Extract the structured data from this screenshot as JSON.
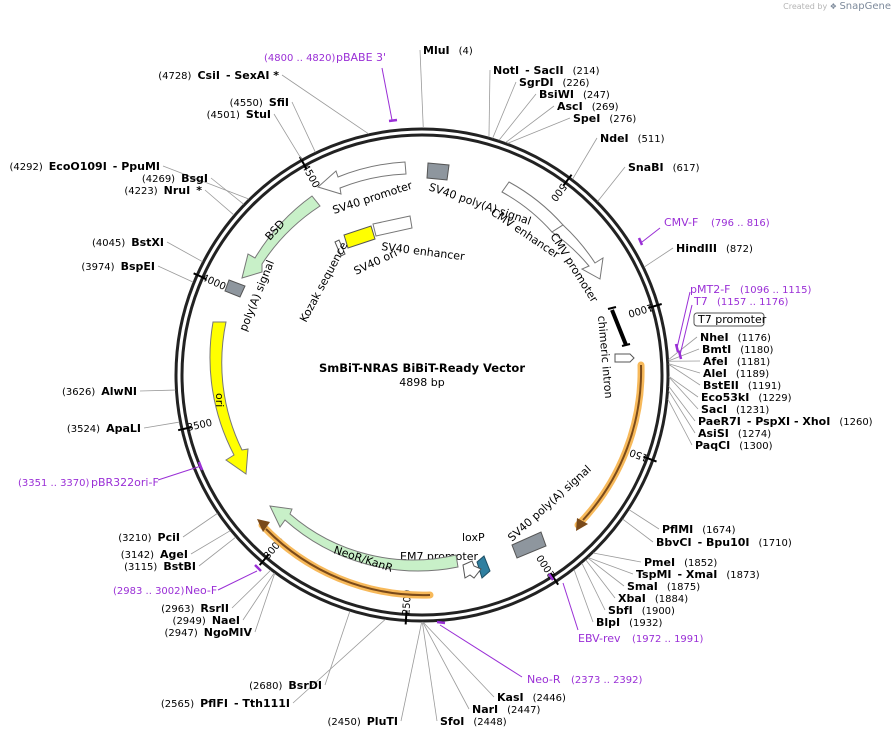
{
  "credit": {
    "prefix": "Created by",
    "brand": "SnapGene"
  },
  "map": {
    "title": "SmBiT-NRAS BiBiT-Ready Vector",
    "size_label": "4898 bp",
    "total_bp": 4898
  },
  "ticks": [
    {
      "bp": 500,
      "label": "500"
    },
    {
      "bp": 1000,
      "label": "1000"
    },
    {
      "bp": 1500,
      "label": "1500"
    },
    {
      "bp": 2000,
      "label": "2000"
    },
    {
      "bp": 2500,
      "label": "2500"
    },
    {
      "bp": 3000,
      "label": "3000"
    },
    {
      "bp": 3500,
      "label": "3500"
    },
    {
      "bp": 4000,
      "label": "4000"
    },
    {
      "bp": 4500,
      "label": "4500"
    }
  ],
  "features": [
    {
      "name": "SV40 poly(A) signal",
      "label": "SV40 poly(A) signal",
      "type": "box",
      "color": "#8e969e"
    },
    {
      "name": "CMV enhancer",
      "label": "CMV enhancer",
      "type": "arrow",
      "color": "#ffffff"
    },
    {
      "name": "CMV promoter",
      "label": "CMV promoter",
      "type": "arrow",
      "color": "#ffffff"
    },
    {
      "name": "T7 promoter",
      "label": "T7 promoter",
      "type": "box",
      "color": "#ffffff"
    },
    {
      "name": "chimeric intron",
      "label": "chimeric intron",
      "type": "arrow",
      "color": "#ffffff"
    },
    {
      "name": "SV40 poly(A) signal 2",
      "label": "SV40 poly(A) signal",
      "type": "box",
      "color": "#8e969e"
    },
    {
      "name": "loxP",
      "label": "loxP",
      "type": "arrow",
      "color": "#2f7fa0"
    },
    {
      "name": "EM7 promoter",
      "label": "EM7 promoter",
      "type": "arrow",
      "color": "#ffffff"
    },
    {
      "name": "NeoR/KanR",
      "label": "NeoR/KanR",
      "type": "arrow",
      "color": "#c8f0c8"
    },
    {
      "name": "ori",
      "label": "ori",
      "type": "arrow",
      "color": "#ffff00"
    },
    {
      "name": "poly(A) signal",
      "label": "poly(A) signal",
      "type": "box",
      "color": "#8e969e"
    },
    {
      "name": "BSD",
      "label": "BSD",
      "type": "arrow",
      "color": "#c8f0c8"
    },
    {
      "name": "SV40 promoter",
      "label": "SV40 promoter",
      "type": "arrow",
      "color": "#ffffff"
    },
    {
      "name": "SV40 ori",
      "label": "SV40 ori",
      "type": "box",
      "color": "#ffff00"
    },
    {
      "name": "SV40 enhancer",
      "label": "SV40 enhancer",
      "type": "box",
      "color": "#ffffff"
    },
    {
      "name": "Kozak sequence",
      "label": "Kozak sequence",
      "type": "box",
      "color": "#ffffff"
    }
  ],
  "primers": [
    {
      "name": "pBABE 3'",
      "range": "(4800 .. 4820)"
    },
    {
      "name": "CMV-F",
      "range": "(796 .. 816)"
    },
    {
      "name": "pMT2-F",
      "range": "(1096 .. 1115)"
    },
    {
      "name": "T7",
      "range": "(1157 .. 1176)"
    },
    {
      "name": "EBV-rev",
      "range": "(1972 .. 1991)"
    },
    {
      "name": "Neo-R",
      "range": "(2373 .. 2392)"
    },
    {
      "name": "Neo-F",
      "range": "(2983 .. 3002)"
    },
    {
      "name": "pBR322ori-F",
      "range": "(3351 .. 3370)"
    }
  ],
  "sites": [
    {
      "name": "MluI",
      "pos": "(4)"
    },
    {
      "name": "NotI",
      "extra": "- SacII",
      "pos": "(214)"
    },
    {
      "name": "SgrDI",
      "pos": "(226)"
    },
    {
      "name": "BsiWI",
      "pos": "(247)"
    },
    {
      "name": "AscI",
      "pos": "(269)"
    },
    {
      "name": "SpeI",
      "pos": "(276)"
    },
    {
      "name": "NdeI",
      "pos": "(511)"
    },
    {
      "name": "SnaBI",
      "pos": "(617)"
    },
    {
      "name": "HindIII",
      "pos": "(872)"
    },
    {
      "name": "NheI",
      "pos": "(1176)"
    },
    {
      "name": "BmtI",
      "pos": "(1180)"
    },
    {
      "name": "AfeI",
      "pos": "(1181)"
    },
    {
      "name": "AleI",
      "pos": "(1189)"
    },
    {
      "name": "BstEII",
      "pos": "(1191)"
    },
    {
      "name": "Eco53kI",
      "pos": "(1229)"
    },
    {
      "name": "SacI",
      "pos": "(1231)"
    },
    {
      "name": "PaeR7I",
      "extra": "- PspXI   - XhoI",
      "pos": "(1260)"
    },
    {
      "name": "AsiSI",
      "pos": "(1274)"
    },
    {
      "name": "PaqCI",
      "pos": "(1300)"
    },
    {
      "name": "PflMI",
      "pos": "(1674)"
    },
    {
      "name": "BbvCI",
      "extra": "- Bpu10I",
      "pos": "(1710)"
    },
    {
      "name": "PmeI",
      "pos": "(1852)"
    },
    {
      "name": "TspMI",
      "extra": "- XmaI",
      "pos": "(1873)"
    },
    {
      "name": "SmaI",
      "pos": "(1875)"
    },
    {
      "name": "XbaI",
      "pos": "(1884)"
    },
    {
      "name": "SbfI",
      "pos": "(1900)"
    },
    {
      "name": "BlpI",
      "pos": "(1932)"
    },
    {
      "name": "KasI",
      "pos": "(2446)"
    },
    {
      "name": "NarI",
      "pos": "(2447)"
    },
    {
      "name": "SfoI",
      "pos": "(2448)"
    },
    {
      "name": "PluTI",
      "pos": "(2450)"
    },
    {
      "name": "PflFI",
      "extra": "- Tth111I",
      "pos": "(2565)"
    },
    {
      "name": "BsrDI",
      "pos": "(2680)"
    },
    {
      "name": "NgoMIV",
      "pos": "(2947)"
    },
    {
      "name": "NaeI",
      "pos": "(2949)"
    },
    {
      "name": "RsrII",
      "pos": "(2963)"
    },
    {
      "name": "BstBI",
      "pos": "(3115)"
    },
    {
      "name": "AgeI",
      "pos": "(3142)"
    },
    {
      "name": "PciI",
      "pos": "(3210)"
    },
    {
      "name": "ApaLI",
      "pos": "(3524)"
    },
    {
      "name": "AlwNI",
      "pos": "(3626)"
    },
    {
      "name": "BspEI",
      "pos": "(3974)"
    },
    {
      "name": "BstXI",
      "pos": "(4045)"
    },
    {
      "name": "NruI",
      "extra": "*",
      "pos": "(4223)"
    },
    {
      "name": "BsgI",
      "pos": "(4269)"
    },
    {
      "name": "EcoO109I",
      "extra": "- PpuMI",
      "pos": "(4292)"
    },
    {
      "name": "StuI",
      "pos": "(4501)"
    },
    {
      "name": "SfiI",
      "pos": "(4550)"
    },
    {
      "name": "CsiI",
      "extra": "- SexAI *",
      "pos": "(4728)"
    }
  ]
}
